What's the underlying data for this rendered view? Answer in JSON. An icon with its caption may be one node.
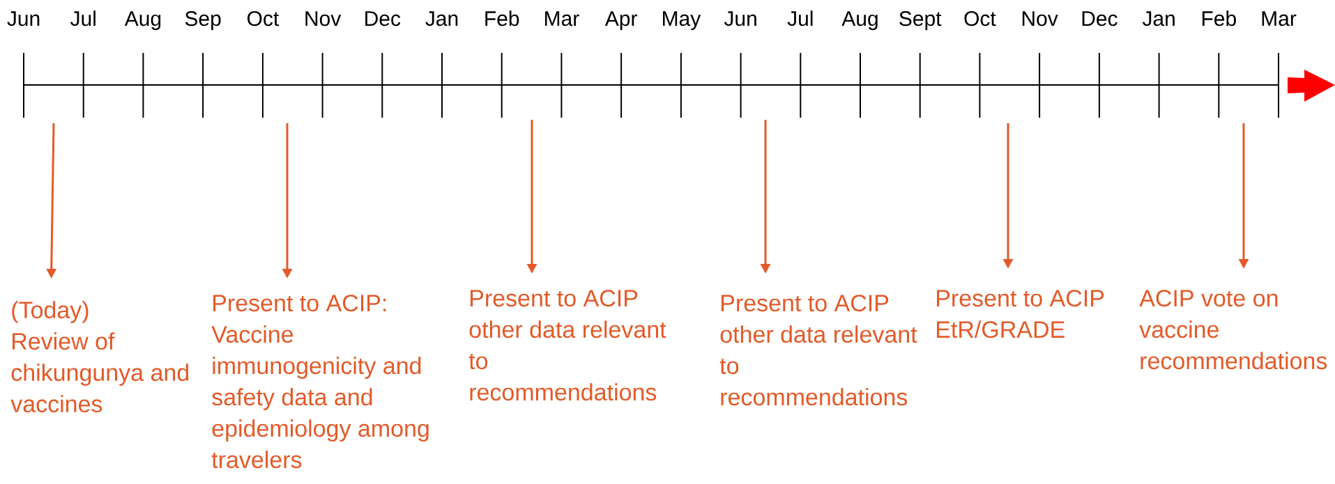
{
  "diagram": {
    "nodes": [
      {
        "text": [
          "(Today)",
          "Review of chikungunya and vaccines"
        ]
      },
      {
        "text": [
          "Present to ACIP: Vaccine immunogenicity and safety data and epidemiology among travelers"
        ]
      },
      {
        "text": [
          "Present to ACIP other data relevant to recommendations"
        ]
      },
      {
        "text": [
          "Present to ACIP other data relevant to recommendations"
        ]
      },
      {
        "text": [
          "Present to ACIP EtR/GRADE"
        ]
      },
      {
        "text": [
          "ACIP vote on vaccine recommendations"
        ]
      }
    ],
    "edges": [
      {
        "from": null,
        "to": 0,
        "arrow": "to"
      },
      {
        "from": null,
        "to": 1,
        "arrow": "to"
      },
      {
        "from": null,
        "to": 2,
        "arrow": "to"
      },
      {
        "from": null,
        "to": 3,
        "arrow": "to"
      },
      {
        "from": null,
        "to": 4,
        "arrow": "to"
      },
      {
        "from": null,
        "to": 5,
        "arrow": "to"
      }
    ],
    "labels": [
      "Jun",
      "Jul",
      "Aug",
      "Sep",
      "Oct",
      "Nov",
      "Dec",
      "Jan",
      "Feb",
      "Mar",
      "Apr",
      "May",
      "Jun",
      "Jul",
      "Aug",
      "Sept",
      "Oct",
      "Nov",
      "Dec",
      "Jan",
      "Feb",
      "Mar"
    ]
  }
}
